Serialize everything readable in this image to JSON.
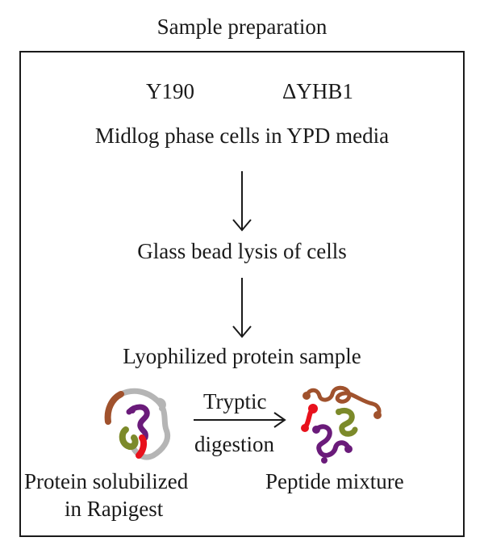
{
  "title": "Sample preparation",
  "strains": {
    "left": "Y190",
    "right": "ΔYHB1"
  },
  "steps": [
    "Midlog phase cells in YPD media",
    "Glass bead lysis of cells",
    "Lyophilized protein sample"
  ],
  "digestion": {
    "arrow_label_line1": "Tryptic",
    "arrow_label_line2": "digestion",
    "left_caption_line1": "Protein solubilized",
    "left_caption_line2": "in Rapigest",
    "right_caption": "Peptide mixture"
  },
  "colors": {
    "brown": "#a0522d",
    "purple": "#6a1b7a",
    "olive": "#7c8a2a",
    "red": "#e8111c",
    "gray": "#b5b5b5"
  }
}
